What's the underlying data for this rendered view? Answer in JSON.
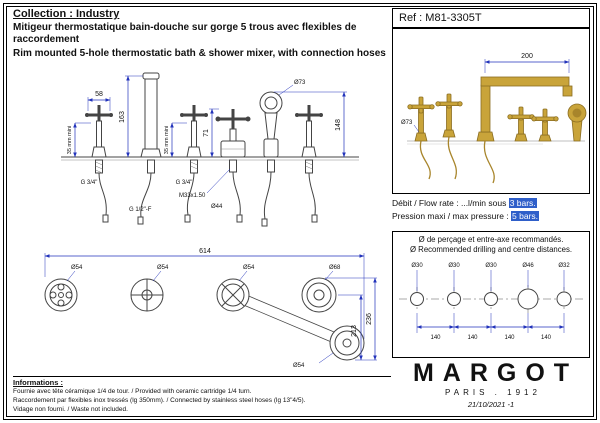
{
  "header": {
    "collection": "Collection : Industry",
    "title_fr": "Mitigeur thermostatique bain-douche sur gorge 5 trous avec flexibles de raccordement",
    "title_en": "Rim mounted 5-hole thermostatic bath & shower mixer, with connection hoses"
  },
  "ref_label": "Ref : M81-3305T",
  "perspective": {
    "dim_200": "200",
    "dim_d73": "Ø73"
  },
  "flow": {
    "flow_prefix": "Débit / Flow rate : ...l/min sous ",
    "flow_value": "3 bars.",
    "pressure_prefix": "Pression maxi / max pressure : ",
    "pressure_value": "5 bars."
  },
  "drilling": {
    "title_fr": "Ø de perçage et entre-axe recommandés.",
    "title_en": "Ø Recommended drilling and centre distances.",
    "holes": [
      "Ø30",
      "Ø30",
      "Ø30",
      "Ø46",
      "Ø32"
    ],
    "spacings": [
      "140",
      "140",
      "140",
      "140"
    ]
  },
  "front_view": {
    "dim_58": "58",
    "mini_1": "35 mm mini",
    "mini_2": "35 mm mini",
    "g34_1": "G 3/4\"",
    "g34_2": "G 3/4\"",
    "dim_163": "163",
    "dim_71": "71",
    "m33": "M33x1.50",
    "d44": "Ø44",
    "g12": "G 1/2\"-F",
    "d73": "Ø73",
    "dim_148": "148"
  },
  "top_view": {
    "dim_614": "614",
    "d54_1": "Ø54",
    "d54_2": "Ø54",
    "d54_3": "Ø54",
    "d68": "Ø68",
    "d54_4": "Ø54",
    "dim_236": "236",
    "dim_213": "213"
  },
  "informations": {
    "title": "Informations :",
    "line1": "Fournie avec tête céramique 1/4 de tour. / Provided with ceramic cartridge 1/4 turn.",
    "line2": "Raccordement par flexibles inox tressés (lg 350mm). / Connected by stainless steel hoses (lg 13\"4/5).",
    "line3": "Vidage non fourni. / Waste not included."
  },
  "brand": {
    "name": "MARGOT",
    "city": "PARIS . 1912",
    "date": "21/10/2021 -1"
  },
  "colors": {
    "dim_line": "#2233bb",
    "highlight_bg": "#2f5fc9",
    "brass": "#c9a43a"
  }
}
